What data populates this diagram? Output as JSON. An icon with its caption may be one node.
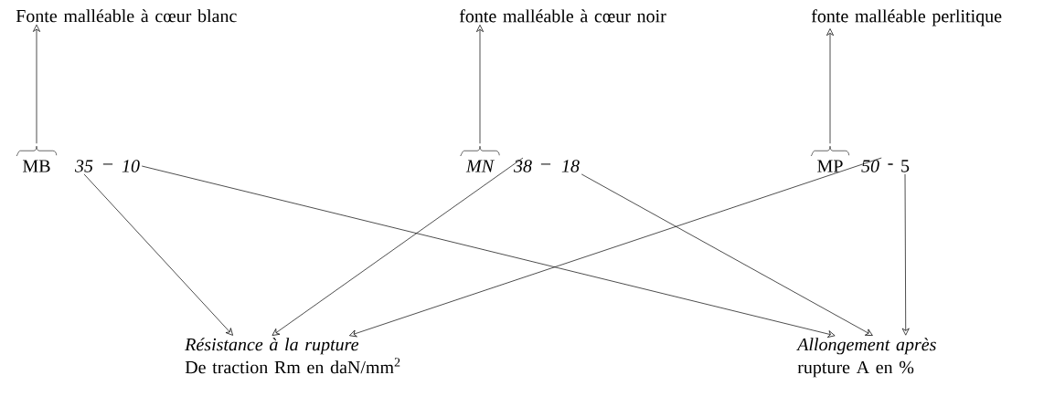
{
  "diagram": {
    "nodes": [
      {
        "text": [
          "Fonte malléable à cœur blanc"
        ]
      },
      {
        "text": [
          "fonte malléable à cœur noir"
        ]
      },
      {
        "text": [
          "fonte malléable perlitique"
        ]
      },
      {
        "text": [
          "MB"
        ]
      },
      {
        "text": [
          "35"
        ]
      },
      {
        "text": [
          "10"
        ]
      },
      {
        "text": [
          "MN"
        ]
      },
      {
        "text": [
          "38"
        ]
      },
      {
        "text": [
          "18"
        ]
      },
      {
        "text": [
          "MP"
        ]
      },
      {
        "text": [
          "50"
        ]
      },
      {
        "text": [
          "5"
        ]
      },
      {
        "text": [
          "Résistance à la rupture",
          "De traction Rm en daN/mm$^{2}$"
        ]
      },
      {
        "text": [
          "Allongement après",
          "rupture A en %"
        ]
      }
    ],
    "edges": [
      {
        "from": 3,
        "to": 0,
        "arrow": "to"
      },
      {
        "from": 6,
        "to": 1,
        "arrow": "to"
      },
      {
        "from": 9,
        "to": 2,
        "arrow": "to"
      },
      {
        "from": 4,
        "to": 12,
        "arrow": "to"
      },
      {
        "from": 5,
        "to": 13,
        "arrow": "to"
      },
      {
        "from": 7,
        "to": 12,
        "arrow": "to"
      },
      {
        "from": 8,
        "to": 13,
        "arrow": "to"
      },
      {
        "from": 10,
        "to": 12,
        "arrow": "to"
      },
      {
        "from": 11,
        "to": 13,
        "arrow": "to"
      }
    ],
    "labels": [
      "–",
      "–",
      "-"
    ]
  }
}
